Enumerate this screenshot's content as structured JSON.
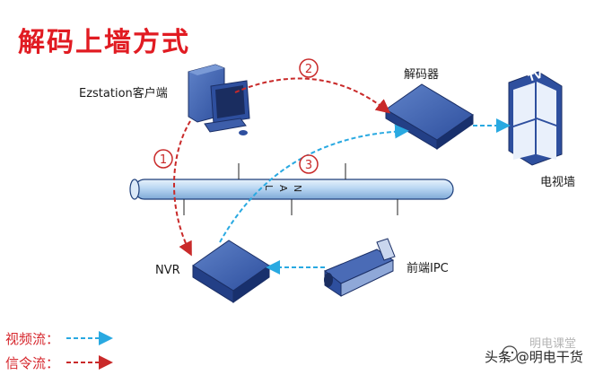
{
  "title": "解码上墙方式",
  "nodes": {
    "client": "Ezstation客户端",
    "decoder": "解码器",
    "video_wall": "电视墙",
    "tv_text": "TV",
    "nvr": "NVR",
    "ipc": "前端IPC"
  },
  "network": {
    "label_chars": [
      "L",
      "A",
      "N"
    ]
  },
  "steps": [
    "1",
    "2",
    "3"
  ],
  "legend": {
    "video": {
      "label": "视频流：",
      "color": "#29a9e1"
    },
    "signal": {
      "label": "信令流：",
      "color": "#c92a2a"
    }
  },
  "watermark": {
    "line1": "明电课堂",
    "line2": "头条 @明电干货"
  },
  "colors": {
    "title": "#e11b22",
    "device": "#2f4d9c",
    "cable": "#b9d6f2"
  }
}
